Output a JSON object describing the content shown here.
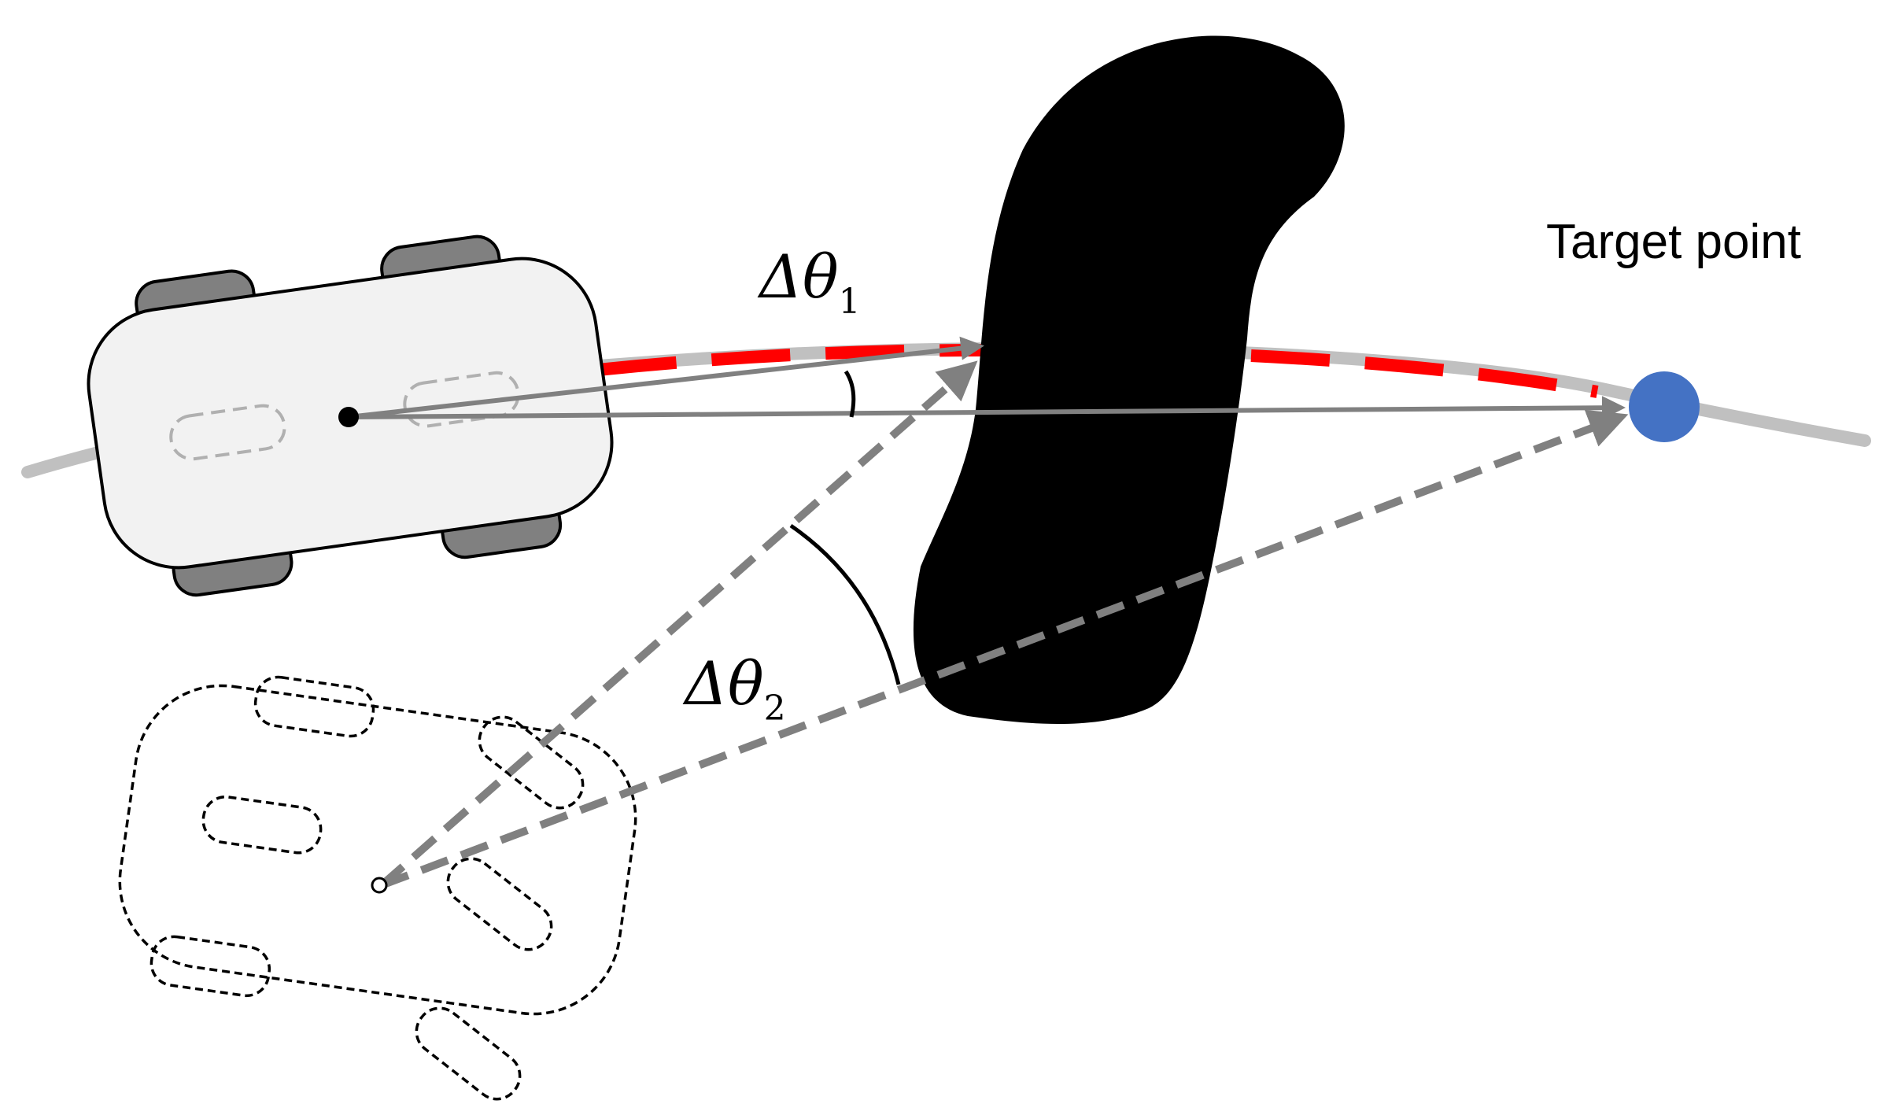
{
  "labels": {
    "target_point": "Target point",
    "delta_theta_1_symbol": "Δθ",
    "delta_theta_1_subscript": "1",
    "delta_theta_2_symbol": "Δθ",
    "delta_theta_2_subscript": "2"
  },
  "colors": {
    "path": "#c0c0c0",
    "path_highlight": "#ff0000",
    "robot_body_fill": "#f2f2f2",
    "wheel_fill": "#808080",
    "arrow": "#808080",
    "obstacle": "#000000",
    "target": "#4472c4"
  }
}
